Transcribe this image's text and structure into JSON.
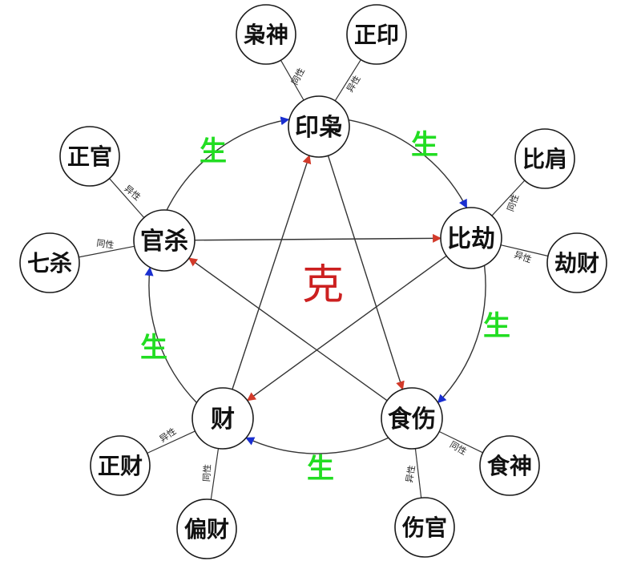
{
  "colors": {
    "generate_arrow": "#1a2fd0",
    "control_arrow": "#d23a2a",
    "generate_text": "#22dd22",
    "control_text": "#cc2020"
  },
  "center_label": "克",
  "main_nodes": {
    "yin": "印枭",
    "bi": "比劫",
    "shi": "食伤",
    "cai": "财",
    "guan": "官杀"
  },
  "generate_cycle": [
    {
      "from": "guan",
      "to": "yin",
      "label": "生"
    },
    {
      "from": "yin",
      "to": "bi",
      "label": "生"
    },
    {
      "from": "bi",
      "to": "shi",
      "label": "生"
    },
    {
      "from": "shi",
      "to": "cai",
      "label": "生"
    },
    {
      "from": "cai",
      "to": "guan",
      "label": "生"
    }
  ],
  "control_cycle": [
    {
      "from": "guan",
      "to": "bi"
    },
    {
      "from": "bi",
      "to": "cai"
    },
    {
      "from": "cai",
      "to": "yin"
    },
    {
      "from": "yin",
      "to": "shi"
    },
    {
      "from": "shi",
      "to": "guan"
    }
  ],
  "sub_nodes": [
    {
      "parent": "yin",
      "label": "枭神",
      "tag": "同性"
    },
    {
      "parent": "yin",
      "label": "正印",
      "tag": "异性"
    },
    {
      "parent": "bi",
      "label": "比肩",
      "tag": "同性"
    },
    {
      "parent": "bi",
      "label": "劫财",
      "tag": "异性"
    },
    {
      "parent": "shi",
      "label": "食神",
      "tag": "同性"
    },
    {
      "parent": "shi",
      "label": "伤官",
      "tag": "异性"
    },
    {
      "parent": "cai",
      "label": "偏财",
      "tag": "同性"
    },
    {
      "parent": "cai",
      "label": "正财",
      "tag": "异性"
    },
    {
      "parent": "guan",
      "label": "正官",
      "tag": "异性"
    },
    {
      "parent": "guan",
      "label": "七杀",
      "tag": "同性"
    }
  ]
}
